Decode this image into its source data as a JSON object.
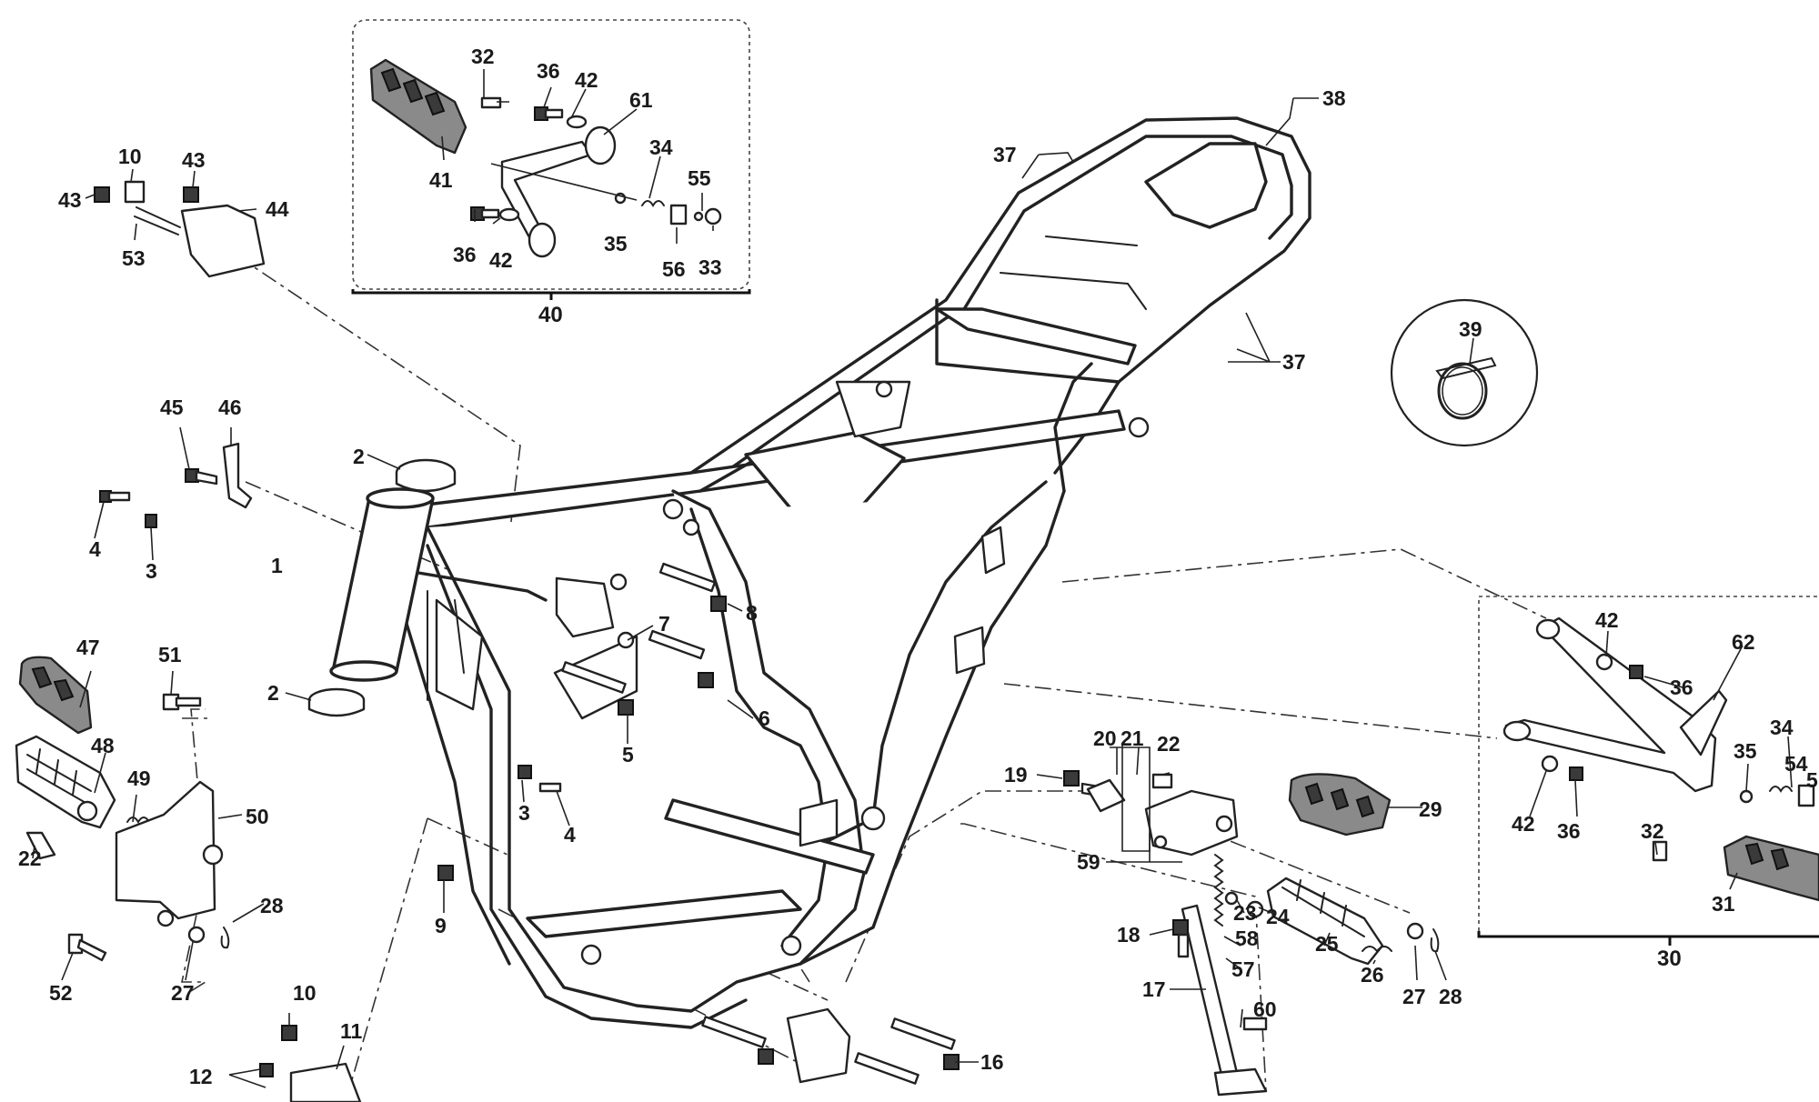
{
  "callouts": [
    {
      "id": "c-32a",
      "text": "32"
    },
    {
      "id": "c-36a",
      "text": "36"
    },
    {
      "id": "c-42a",
      "text": "42"
    },
    {
      "id": "c-61",
      "text": "61"
    },
    {
      "id": "c-34a",
      "text": "34"
    },
    {
      "id": "c-55",
      "text": "55"
    },
    {
      "id": "c-41",
      "text": "41"
    },
    {
      "id": "c-35a",
      "text": "35"
    },
    {
      "id": "c-36b",
      "text": "36"
    },
    {
      "id": "c-42b",
      "text": "42"
    },
    {
      "id": "c-56",
      "text": "56"
    },
    {
      "id": "c-33",
      "text": "33"
    },
    {
      "id": "c-40",
      "text": "40"
    },
    {
      "id": "c-38",
      "text": "38"
    },
    {
      "id": "c-37a",
      "text": "37"
    },
    {
      "id": "c-37b",
      "text": "37"
    },
    {
      "id": "c-39",
      "text": "39"
    },
    {
      "id": "c-10a",
      "text": "10"
    },
    {
      "id": "c-43a",
      "text": "43"
    },
    {
      "id": "c-43b",
      "text": "43"
    },
    {
      "id": "c-44",
      "text": "44"
    },
    {
      "id": "c-53",
      "text": "53"
    },
    {
      "id": "c-45",
      "text": "45"
    },
    {
      "id": "c-46",
      "text": "46"
    },
    {
      "id": "c-2a",
      "text": "2"
    },
    {
      "id": "c-4a",
      "text": "4"
    },
    {
      "id": "c-3a",
      "text": "3"
    },
    {
      "id": "c-1",
      "text": "1"
    },
    {
      "id": "c-2b",
      "text": "2"
    },
    {
      "id": "c-47",
      "text": "47"
    },
    {
      "id": "c-51",
      "text": "51"
    },
    {
      "id": "c-48",
      "text": "48"
    },
    {
      "id": "c-49",
      "text": "49"
    },
    {
      "id": "c-50",
      "text": "50"
    },
    {
      "id": "c-22a",
      "text": "22"
    },
    {
      "id": "c-28a",
      "text": "28"
    },
    {
      "id": "c-52",
      "text": "52"
    },
    {
      "id": "c-27a",
      "text": "27"
    },
    {
      "id": "c-8",
      "text": "8"
    },
    {
      "id": "c-7",
      "text": "7"
    },
    {
      "id": "c-6",
      "text": "6"
    },
    {
      "id": "c-5",
      "text": "5"
    },
    {
      "id": "c-3b",
      "text": "3"
    },
    {
      "id": "c-4b",
      "text": "4"
    },
    {
      "id": "c-9",
      "text": "9"
    },
    {
      "id": "c-10b",
      "text": "10"
    },
    {
      "id": "c-11",
      "text": "11"
    },
    {
      "id": "c-12",
      "text": "12"
    },
    {
      "id": "c-16",
      "text": "16"
    },
    {
      "id": "c-20",
      "text": "20"
    },
    {
      "id": "c-21",
      "text": "21"
    },
    {
      "id": "c-22b",
      "text": "22"
    },
    {
      "id": "c-19",
      "text": "19"
    },
    {
      "id": "c-59",
      "text": "59"
    },
    {
      "id": "c-18",
      "text": "18"
    },
    {
      "id": "c-23",
      "text": "23"
    },
    {
      "id": "c-24",
      "text": "24"
    },
    {
      "id": "c-58",
      "text": "58"
    },
    {
      "id": "c-57",
      "text": "57"
    },
    {
      "id": "c-17",
      "text": "17"
    },
    {
      "id": "c-60",
      "text": "60"
    },
    {
      "id": "c-25",
      "text": "25"
    },
    {
      "id": "c-26",
      "text": "26"
    },
    {
      "id": "c-27b",
      "text": "27"
    },
    {
      "id": "c-28b",
      "text": "28"
    },
    {
      "id": "c-29",
      "text": "29"
    },
    {
      "id": "c-42c",
      "text": "42"
    },
    {
      "id": "c-62",
      "text": "62"
    },
    {
      "id": "c-36c",
      "text": "36"
    },
    {
      "id": "c-35b",
      "text": "35"
    },
    {
      "id": "c-34b",
      "text": "34"
    },
    {
      "id": "c-54",
      "text": "54"
    },
    {
      "id": "c-5x",
      "text": "5"
    },
    {
      "id": "c-42d",
      "text": "42"
    },
    {
      "id": "c-36d",
      "text": "36"
    },
    {
      "id": "c-32b",
      "text": "32"
    },
    {
      "id": "c-31",
      "text": "31"
    },
    {
      "id": "c-30",
      "text": "30"
    }
  ],
  "colors": {
    "ink": "#1a1a1a",
    "rubber": "#8a8a8a",
    "background": "#ffffff"
  },
  "icons": [
    "hose-clamp-icon",
    "footpeg-icon",
    "bolt-icon",
    "spring-icon",
    "nut-icon"
  ]
}
